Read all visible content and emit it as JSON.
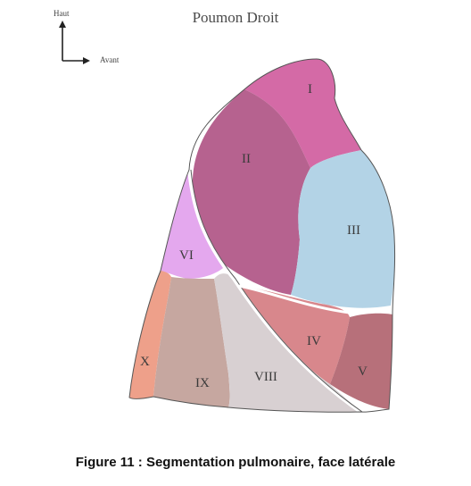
{
  "title": "Poumon Droit",
  "orientation": {
    "up_label": "Haut",
    "front_label": "Avant"
  },
  "segments": [
    {
      "id": "I",
      "label": "I",
      "color": "#d46aa6"
    },
    {
      "id": "II",
      "label": "II",
      "color": "#b6628f"
    },
    {
      "id": "III",
      "label": "III",
      "color": "#b3d3e6"
    },
    {
      "id": "IV",
      "label": "IV",
      "color": "#d8878c"
    },
    {
      "id": "V",
      "label": "V",
      "color": "#b7707a"
    },
    {
      "id": "VI",
      "label": "VI",
      "color": "#e4a8ee"
    },
    {
      "id": "VIII",
      "label": "VIII",
      "color": "#d8d0d2"
    },
    {
      "id": "IX",
      "label": "IX",
      "color": "#c6a7a0"
    },
    {
      "id": "X",
      "label": "X",
      "color": "#eea08a"
    }
  ],
  "caption": "Figure 11 : Segmentation pulmonaire, face latérale"
}
